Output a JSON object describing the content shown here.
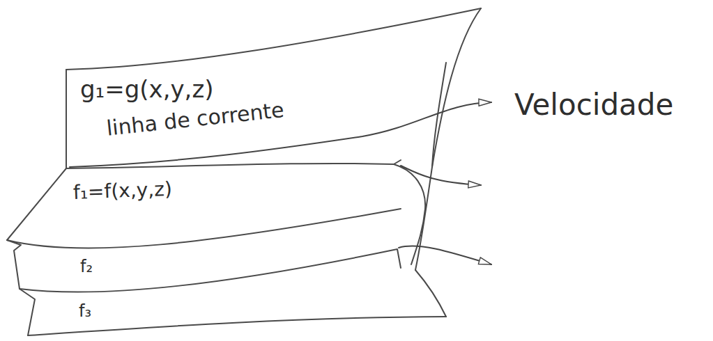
{
  "diagram": {
    "labels": [
      "g₁=g(x,y,z)",
      "linha de corrente",
      "f₁=f(x,y,z)",
      "f₂",
      "f₃",
      "Velocidade"
    ]
  }
}
